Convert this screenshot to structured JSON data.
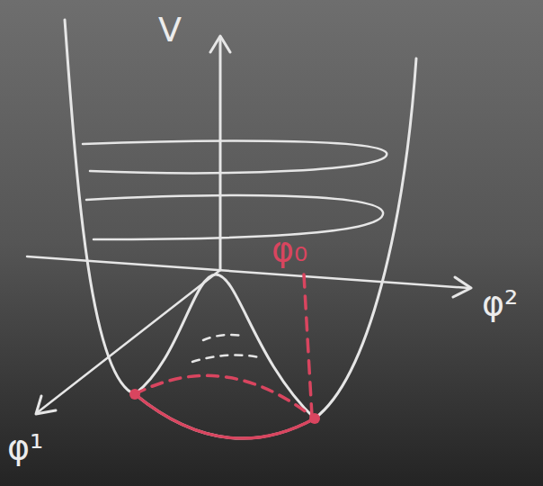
{
  "diagram": {
    "labels": [
      "V",
      "φ²",
      "φ¹",
      "φ₀"
    ]
  }
}
